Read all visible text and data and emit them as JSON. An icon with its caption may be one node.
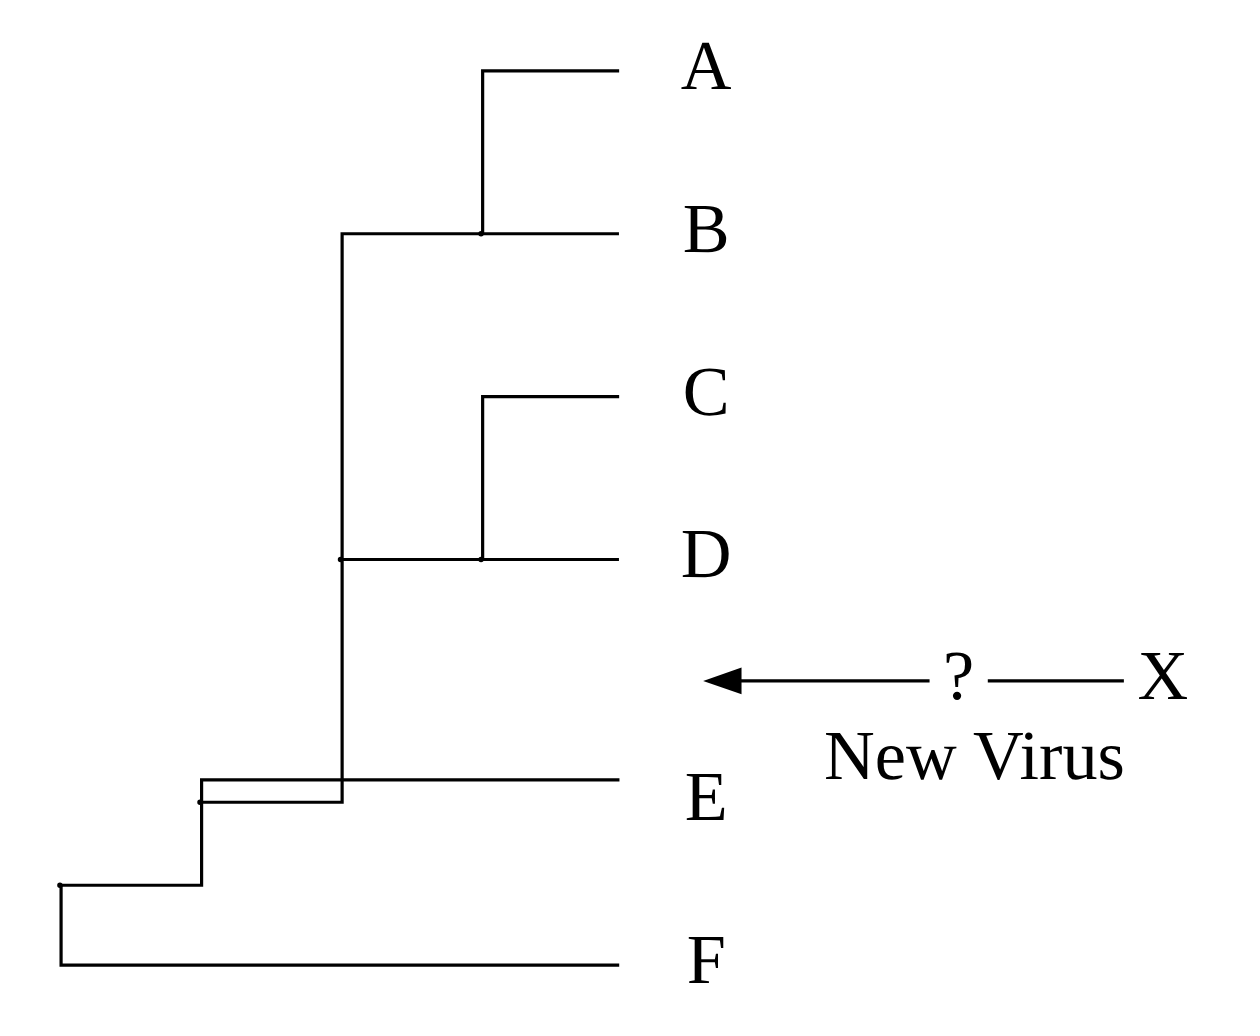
{
  "diagram": {
    "nodes": [
      {
        "text": [
          "A"
        ]
      },
      {
        "text": [
          "B"
        ]
      },
      {
        "text": [
          "C"
        ]
      },
      {
        "text": [
          "D"
        ]
      },
      {
        "text": [
          "E"
        ]
      },
      {
        "text": [
          "F"
        ]
      },
      {
        "text": [],
        "shape": "point"
      },
      {
        "text": [],
        "shape": "point"
      },
      {
        "text": [],
        "shape": "point"
      },
      {
        "text": [],
        "shape": "point"
      },
      {
        "text": [],
        "shape": "point"
      },
      {
        "text": [
          "?"
        ]
      },
      {
        "text": [
          "X"
        ],
        "beside": [
          "New Virus"
        ]
      }
    ],
    "edges": [
      {
        "from": 6,
        "to": 7,
        "arrow": "none"
      },
      {
        "from": 6,
        "to": 5,
        "arrow": "none"
      },
      {
        "from": 7,
        "to": 8,
        "arrow": "none"
      },
      {
        "from": 7,
        "to": 4,
        "arrow": "none"
      },
      {
        "from": 8,
        "to": 9,
        "arrow": "none"
      },
      {
        "from": 8,
        "to": 10,
        "arrow": "none"
      },
      {
        "from": 9,
        "to": 0,
        "arrow": "none"
      },
      {
        "from": 9,
        "to": 1,
        "arrow": "none"
      },
      {
        "from": 10,
        "to": 2,
        "arrow": "none"
      },
      {
        "from": 10,
        "to": 3,
        "arrow": "none"
      },
      {
        "from": 11,
        "to": null,
        "arrow": "to"
      },
      {
        "from": 11,
        "to": 12,
        "arrow": "none"
      }
    ]
  }
}
